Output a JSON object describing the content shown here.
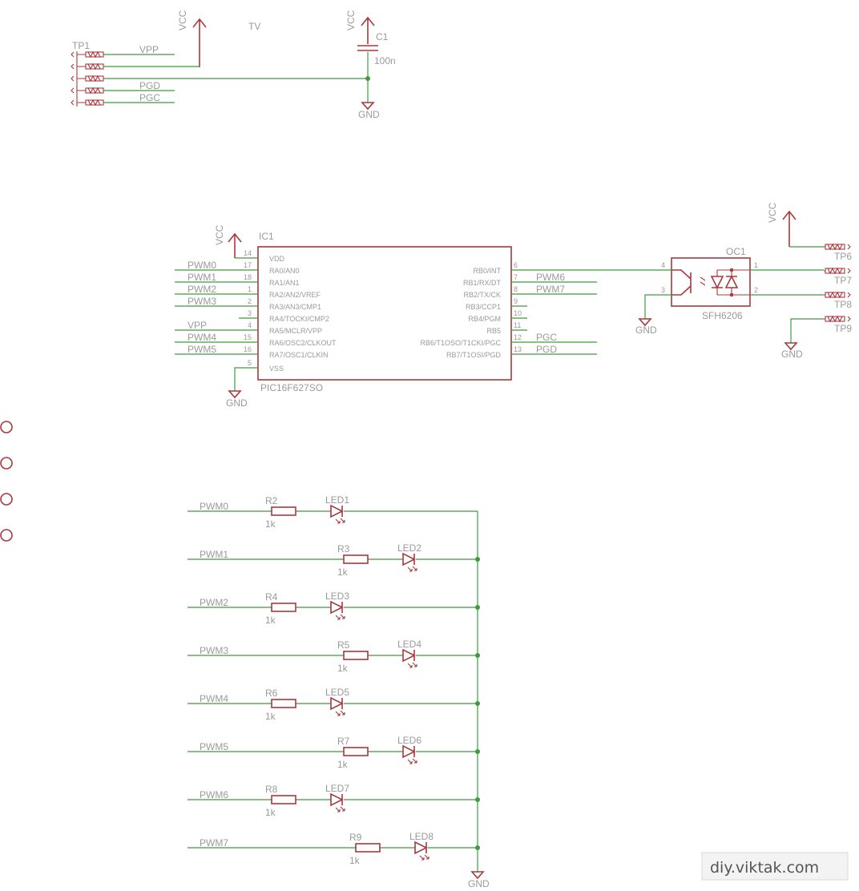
{
  "header": {
    "vcc_left": "VCC",
    "title": "TV",
    "vcc_cap": "VCC"
  },
  "testpoints_top": {
    "tp1": "TP1",
    "net_vpp": "VPP",
    "net_pgd": "PGD",
    "net_pgc": "PGC"
  },
  "cap": {
    "name": "C1",
    "value": "100n",
    "gnd": "GND"
  },
  "ic": {
    "name": "IC1",
    "part": "PIC16F627SO",
    "vcc": "VCC",
    "gnd": "GND",
    "left_pins": [
      {
        "num": "14",
        "label": "VDD",
        "net": ""
      },
      {
        "num": "17",
        "label": "RA0/AN0",
        "net": "PWM0"
      },
      {
        "num": "18",
        "label": "RA1/AN1",
        "net": "PWM1"
      },
      {
        "num": "1",
        "label": "RA2/AN2/VREF",
        "net": "PWM2"
      },
      {
        "num": "2",
        "label": "RA3/AN3/CMP1",
        "net": "PWM3"
      },
      {
        "num": "3",
        "label": "RA4/TOCKI/CMP2",
        "net": ""
      },
      {
        "num": "4",
        "label": "RA5/MCLR/VPP",
        "net": "VPP"
      },
      {
        "num": "15",
        "label": "RA6/OSC2/CLKOUT",
        "net": "PWM4"
      },
      {
        "num": "16",
        "label": "RA7/OSC1/CLKIN",
        "net": "PWM5"
      },
      {
        "num": "5",
        "label": "VSS",
        "net": ""
      }
    ],
    "right_pins": [
      {
        "num": "6",
        "label": "RB0/INT",
        "net": ""
      },
      {
        "num": "7",
        "label": "RB1/RX/DT",
        "net": "PWM6"
      },
      {
        "num": "8",
        "label": "RB2/TX/CK",
        "net": "PWM7"
      },
      {
        "num": "9",
        "label": "RB3/CCP1",
        "net": ""
      },
      {
        "num": "10",
        "label": "RB4/PGM",
        "net": ""
      },
      {
        "num": "11",
        "label": "RB5",
        "net": ""
      },
      {
        "num": "12",
        "label": "RB6/T1OSO/T1CKI/PGC",
        "net": "PGC"
      },
      {
        "num": "13",
        "label": "RB7/T1OSI/PGD",
        "net": "PGD"
      }
    ]
  },
  "opto": {
    "name": "OC1",
    "part": "SFH6206",
    "pin4": "4",
    "pin3": "3",
    "pin1": "1",
    "pin2": "2",
    "gnd": "GND",
    "vcc": "VCC",
    "tps": [
      "TP6",
      "TP7",
      "TP8",
      "TP9"
    ],
    "gnd_tp": "GND"
  },
  "led_rows": [
    {
      "net": "PWM0",
      "r": "R2",
      "rv": "1k",
      "led": "LED1"
    },
    {
      "net": "PWM1",
      "r": "R3",
      "rv": "1k",
      "led": "LED2"
    },
    {
      "net": "PWM2",
      "r": "R4",
      "rv": "1k",
      "led": "LED3"
    },
    {
      "net": "PWM3",
      "r": "R5",
      "rv": "1k",
      "led": "LED4"
    },
    {
      "net": "PWM4",
      "r": "R6",
      "rv": "1k",
      "led": "LED5"
    },
    {
      "net": "PWM5",
      "r": "R7",
      "rv": "1k",
      "led": "LED6"
    },
    {
      "net": "PWM6",
      "r": "R8",
      "rv": "1k",
      "led": "LED7"
    },
    {
      "net": "PWM7",
      "r": "R9",
      "rv": "1k",
      "led": "LED8"
    }
  ],
  "led_gnd": "GND",
  "watermark": "diy.viktak.com"
}
